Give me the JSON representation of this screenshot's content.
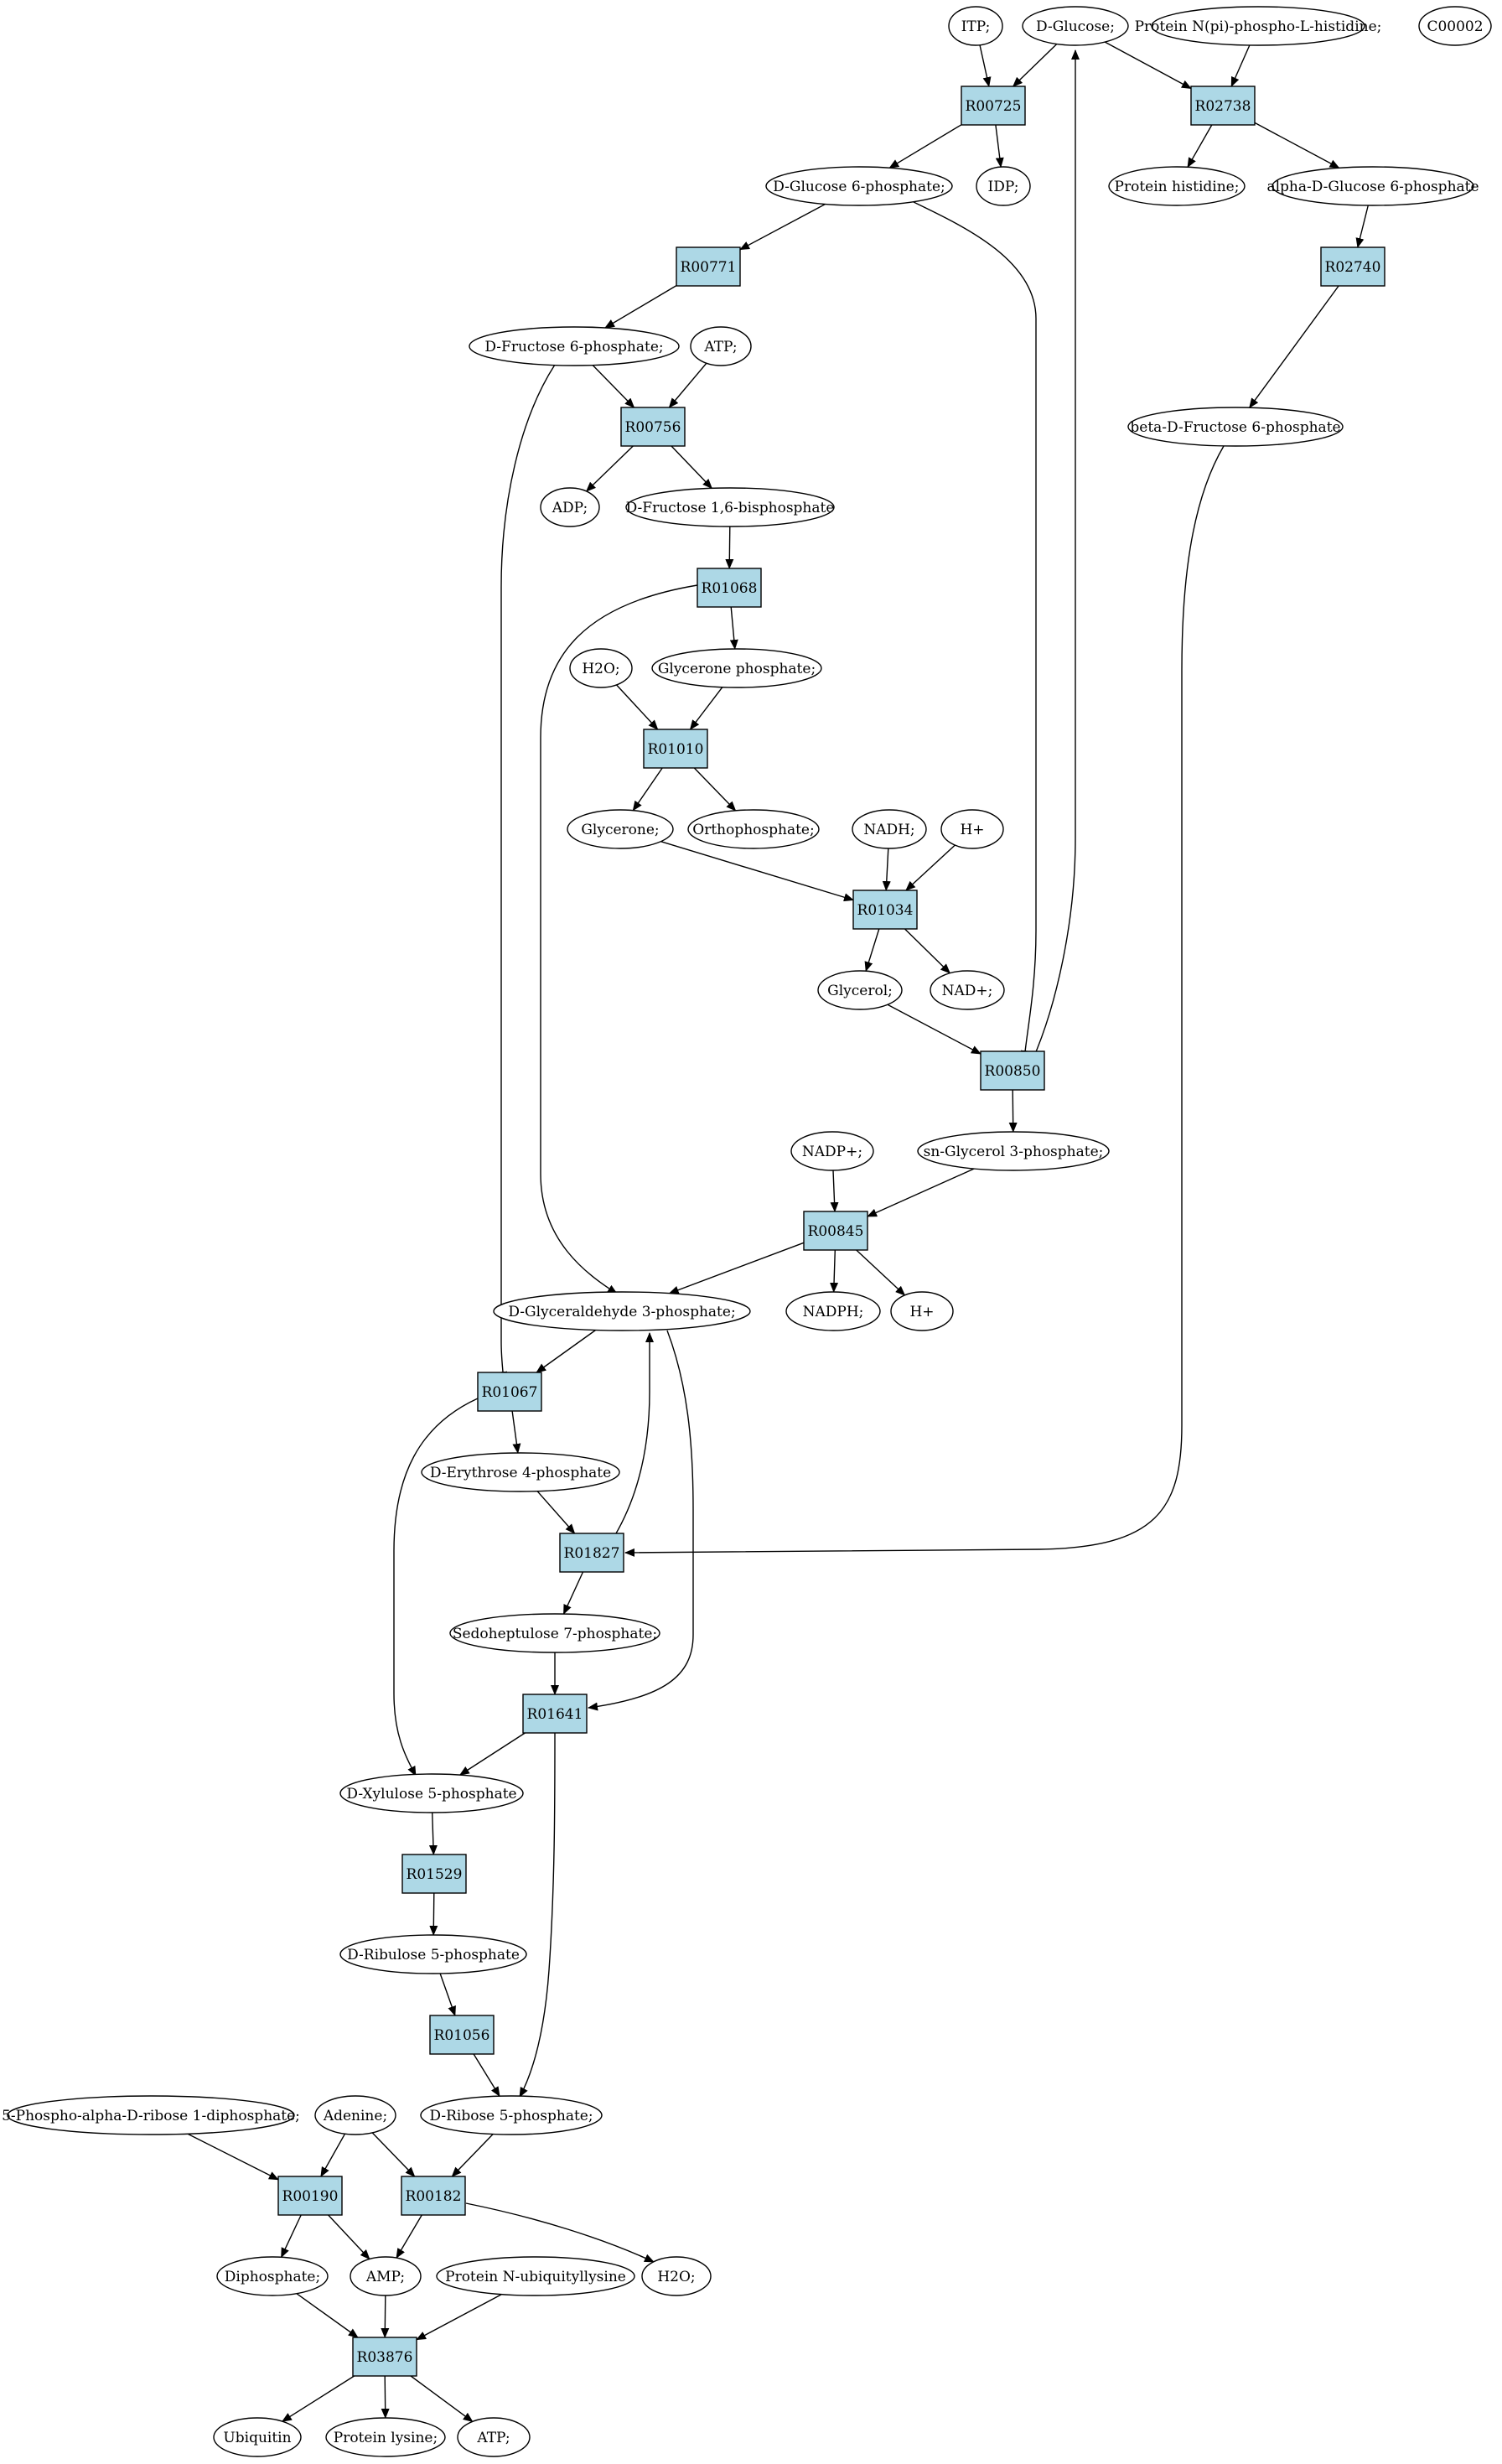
{
  "colors": {
    "reaction": "#add8e6",
    "start": "#00ff00",
    "highlight": "#ffff00",
    "compound": "#ffffff",
    "edge": "#000000"
  },
  "nodes": [
    {
      "id": "itp",
      "label": "ITP;",
      "type": "compound"
    },
    {
      "id": "dglucose",
      "label": "D-Glucose;",
      "type": "start"
    },
    {
      "id": "protnpi",
      "label": "Protein N(pi)-phospho-L-histidine;",
      "type": "compound"
    },
    {
      "id": "c00002",
      "label": "C00002",
      "type": "highlight"
    },
    {
      "id": "r00725",
      "label": "R00725",
      "type": "reaction"
    },
    {
      "id": "r02738",
      "label": "R02738",
      "type": "reaction"
    },
    {
      "id": "dg6p",
      "label": "D-Glucose 6-phosphate;",
      "type": "compound"
    },
    {
      "id": "idp",
      "label": "IDP;",
      "type": "compound"
    },
    {
      "id": "prothis",
      "label": "Protein histidine;",
      "type": "compound"
    },
    {
      "id": "adg6p",
      "label": "alpha-D-Glucose 6-phosphate",
      "type": "compound"
    },
    {
      "id": "r00771",
      "label": "R00771",
      "type": "reaction"
    },
    {
      "id": "r02740",
      "label": "R02740",
      "type": "reaction"
    },
    {
      "id": "df6p",
      "label": "D-Fructose 6-phosphate;",
      "type": "compound"
    },
    {
      "id": "atp1",
      "label": "ATP;",
      "type": "compound"
    },
    {
      "id": "bdf6p",
      "label": "beta-D-Fructose 6-phosphate",
      "type": "compound"
    },
    {
      "id": "r00756",
      "label": "R00756",
      "type": "reaction"
    },
    {
      "id": "adp",
      "label": "ADP;",
      "type": "compound"
    },
    {
      "id": "df16bp",
      "label": "D-Fructose 1,6-bisphosphate",
      "type": "compound"
    },
    {
      "id": "r01068",
      "label": "R01068",
      "type": "reaction"
    },
    {
      "id": "h2o1",
      "label": "H2O;",
      "type": "compound"
    },
    {
      "id": "glyp",
      "label": "Glycerone phosphate;",
      "type": "compound"
    },
    {
      "id": "r01010",
      "label": "R01010",
      "type": "reaction"
    },
    {
      "id": "glycerone",
      "label": "Glycerone;",
      "type": "compound"
    },
    {
      "id": "orthop",
      "label": "Orthophosphate;",
      "type": "compound"
    },
    {
      "id": "nadh",
      "label": "NADH;",
      "type": "compound"
    },
    {
      "id": "hplus1",
      "label": "H+",
      "type": "compound"
    },
    {
      "id": "r01034",
      "label": "R01034",
      "type": "reaction"
    },
    {
      "id": "glycerol",
      "label": "Glycerol;",
      "type": "compound"
    },
    {
      "id": "nadplus",
      "label": "NAD+;",
      "type": "compound"
    },
    {
      "id": "r00850",
      "label": "R00850",
      "type": "reaction"
    },
    {
      "id": "nadpplus",
      "label": "NADP+;",
      "type": "compound"
    },
    {
      "id": "sng3p",
      "label": "sn-Glycerol 3-phosphate;",
      "type": "compound"
    },
    {
      "id": "r00845",
      "label": "R00845",
      "type": "reaction"
    },
    {
      "id": "dga3p",
      "label": "D-Glyceraldehyde 3-phosphate;",
      "type": "compound"
    },
    {
      "id": "nadph",
      "label": "NADPH;",
      "type": "compound"
    },
    {
      "id": "hplus2",
      "label": "H+",
      "type": "compound"
    },
    {
      "id": "r01067",
      "label": "R01067",
      "type": "reaction"
    },
    {
      "id": "de4p",
      "label": "D-Erythrose 4-phosphate",
      "type": "compound"
    },
    {
      "id": "r01827",
      "label": "R01827",
      "type": "reaction"
    },
    {
      "id": "s7p",
      "label": "Sedoheptulose 7-phosphate;",
      "type": "compound"
    },
    {
      "id": "r01641",
      "label": "R01641",
      "type": "reaction"
    },
    {
      "id": "dx5p",
      "label": "D-Xylulose 5-phosphate",
      "type": "compound"
    },
    {
      "id": "r01529",
      "label": "R01529",
      "type": "reaction"
    },
    {
      "id": "dribu5p",
      "label": "D-Ribulose 5-phosphate",
      "type": "compound"
    },
    {
      "id": "r01056",
      "label": "R01056",
      "type": "reaction"
    },
    {
      "id": "prpp",
      "label": "5-Phospho-alpha-D-ribose 1-diphosphate;",
      "type": "compound"
    },
    {
      "id": "adenine",
      "label": "Adenine;",
      "type": "compound"
    },
    {
      "id": "dr5p",
      "label": "D-Ribose 5-phosphate;",
      "type": "compound"
    },
    {
      "id": "r00190",
      "label": "R00190",
      "type": "reaction"
    },
    {
      "id": "r00182",
      "label": "R00182",
      "type": "reaction"
    },
    {
      "id": "diphos",
      "label": "Diphosphate;",
      "type": "compound"
    },
    {
      "id": "amp",
      "label": "AMP;",
      "type": "compound"
    },
    {
      "id": "protnubq",
      "label": "Protein N-ubiquityllysine",
      "type": "compound"
    },
    {
      "id": "h2o2",
      "label": "H2O;",
      "type": "compound"
    },
    {
      "id": "r03876",
      "label": "R03876",
      "type": "reaction"
    },
    {
      "id": "ubiquitin",
      "label": "Ubiquitin",
      "type": "compound"
    },
    {
      "id": "protlys",
      "label": "Protein lysine;",
      "type": "compound"
    },
    {
      "id": "atp2",
      "label": "ATP;",
      "type": "compound"
    }
  ],
  "edges": [
    [
      "itp",
      "r00725"
    ],
    [
      "dglucose",
      "r00725"
    ],
    [
      "dglucose",
      "r02738"
    ],
    [
      "protnpi",
      "r02738"
    ],
    [
      "r00725",
      "dg6p"
    ],
    [
      "r00725",
      "idp"
    ],
    [
      "r02738",
      "prothis"
    ],
    [
      "r02738",
      "adg6p"
    ],
    [
      "dg6p",
      "r00771"
    ],
    [
      "dg6p",
      "r00850"
    ],
    [
      "adg6p",
      "r02740"
    ],
    [
      "r00771",
      "df6p"
    ],
    [
      "r02740",
      "bdf6p"
    ],
    [
      "df6p",
      "r00756"
    ],
    [
      "atp1",
      "r00756"
    ],
    [
      "df6p",
      "r01067"
    ],
    [
      "bdf6p",
      "r01827"
    ],
    [
      "r00756",
      "adp"
    ],
    [
      "r00756",
      "df16bp"
    ],
    [
      "df16bp",
      "r01068"
    ],
    [
      "r01068",
      "glyp"
    ],
    [
      "r01068",
      "dga3p"
    ],
    [
      "h2o1",
      "r01010"
    ],
    [
      "glyp",
      "r01010"
    ],
    [
      "r01010",
      "glycerone"
    ],
    [
      "r01010",
      "orthop"
    ],
    [
      "glycerone",
      "r01034"
    ],
    [
      "nadh",
      "r01034"
    ],
    [
      "hplus1",
      "r01034"
    ],
    [
      "r01034",
      "glycerol"
    ],
    [
      "r01034",
      "nadplus"
    ],
    [
      "glycerol",
      "r00850"
    ],
    [
      "r00850",
      "dglucose"
    ],
    [
      "r00850",
      "sng3p"
    ],
    [
      "nadpplus",
      "r00845"
    ],
    [
      "sng3p",
      "r00845"
    ],
    [
      "r00845",
      "dga3p"
    ],
    [
      "r00845",
      "nadph"
    ],
    [
      "r00845",
      "hplus2"
    ],
    [
      "dga3p",
      "r01067"
    ],
    [
      "dga3p",
      "r01641"
    ],
    [
      "r01067",
      "de4p"
    ],
    [
      "r01067",
      "dx5p"
    ],
    [
      "de4p",
      "r01827"
    ],
    [
      "r01827",
      "dga3p"
    ],
    [
      "r01827",
      "s7p"
    ],
    [
      "s7p",
      "r01641"
    ],
    [
      "r01641",
      "dx5p"
    ],
    [
      "r01641",
      "dr5p"
    ],
    [
      "dx5p",
      "r01529"
    ],
    [
      "r01529",
      "dribu5p"
    ],
    [
      "dribu5p",
      "r01056"
    ],
    [
      "r01056",
      "dr5p"
    ],
    [
      "prpp",
      "r00190"
    ],
    [
      "adenine",
      "r00190"
    ],
    [
      "adenine",
      "r00182"
    ],
    [
      "dr5p",
      "r00182"
    ],
    [
      "r00190",
      "diphos"
    ],
    [
      "r00190",
      "amp"
    ],
    [
      "r00182",
      "amp"
    ],
    [
      "r00182",
      "h2o2"
    ],
    [
      "diphos",
      "r03876"
    ],
    [
      "amp",
      "r03876"
    ],
    [
      "protnubq",
      "r03876"
    ],
    [
      "r03876",
      "ubiquitin"
    ],
    [
      "r03876",
      "protlys"
    ],
    [
      "r03876",
      "atp2"
    ]
  ]
}
